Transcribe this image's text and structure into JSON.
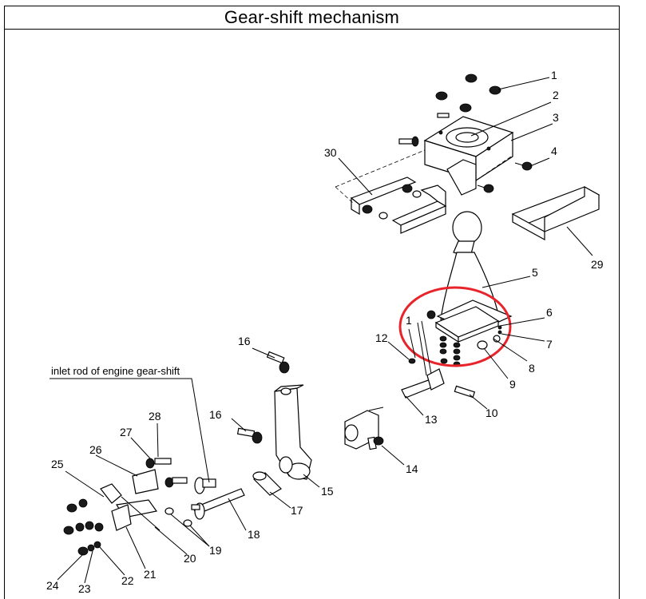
{
  "title": "Gear-shift mechanism",
  "note": "inlet rod of engine gear-shift",
  "highlight_color": "#e8242b",
  "callouts": {
    "c1a": "1",
    "c2": "2",
    "c3": "3",
    "c4": "4",
    "c30": "30",
    "c29": "29",
    "c5": "5",
    "c6": "6",
    "c7": "7",
    "c8": "8",
    "c9": "9",
    "c1b": "1",
    "c12": "12",
    "c16a": "16",
    "c16b": "16",
    "c13": "13",
    "c10": "10",
    "c14": "14",
    "c15": "15",
    "c17": "17",
    "c18": "18",
    "c19": "19",
    "c20": "20",
    "c21": "21",
    "c22": "22",
    "c23": "23",
    "c24": "24",
    "c25": "25",
    "c26": "26",
    "c27": "27",
    "c28": "28"
  }
}
